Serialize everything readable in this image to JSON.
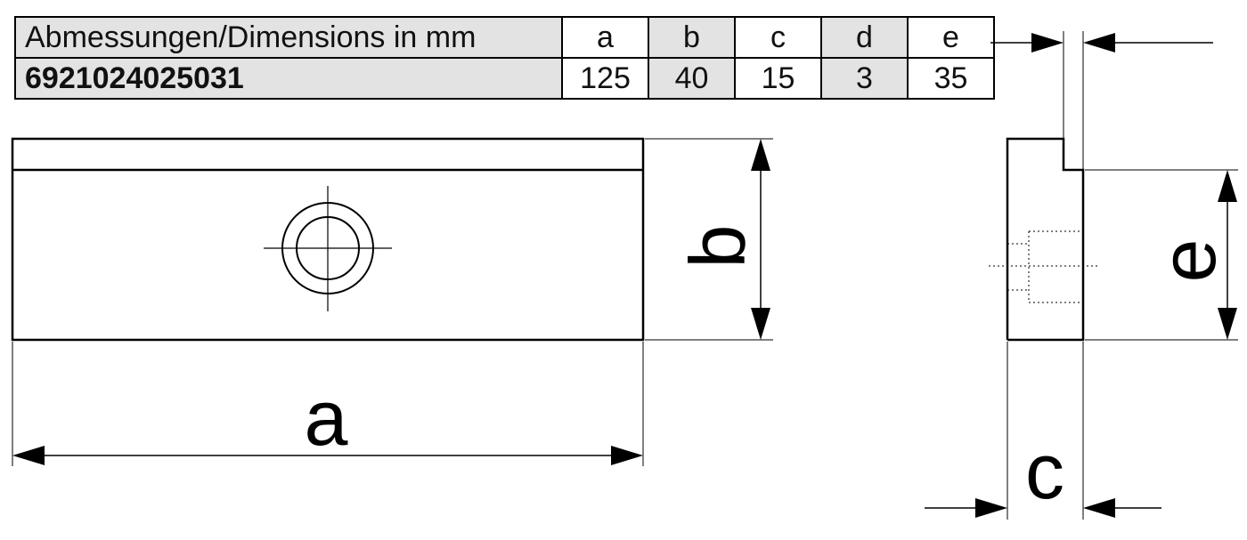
{
  "table": {
    "header_label": "Abmessungen/Dimensions in mm",
    "article_number": "6921024025031",
    "columns": [
      "a",
      "b",
      "c",
      "d",
      "e"
    ],
    "values": [
      "125",
      "40",
      "15",
      "3",
      "35"
    ]
  },
  "drawing": {
    "dimension_a": "a",
    "dimension_b": "b",
    "dimension_c": "c",
    "dimension_e": "e"
  }
}
